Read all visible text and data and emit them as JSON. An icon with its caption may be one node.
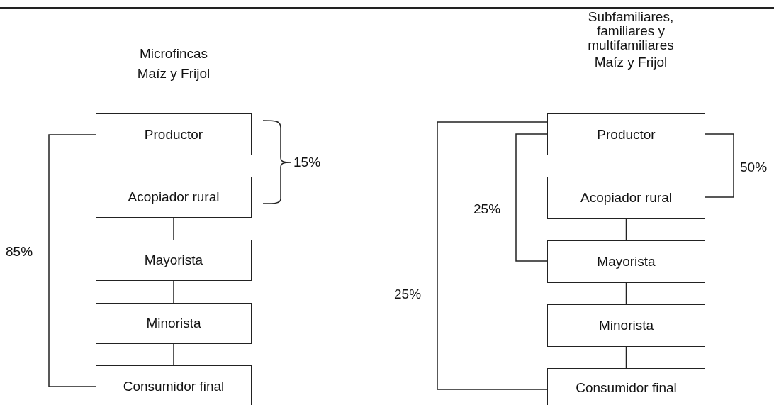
{
  "diagram": {
    "nodes": [
      {
        "text": [
          "Productor"
        ]
      },
      {
        "text": [
          "Acopiador rural"
        ]
      },
      {
        "text": [
          "Mayorista"
        ]
      },
      {
        "text": [
          "Minorista"
        ]
      },
      {
        "text": [
          "Consumidor final"
        ]
      },
      {
        "text": [
          "Productor"
        ]
      },
      {
        "text": [
          "Acopiador rural"
        ]
      },
      {
        "text": [
          "Mayorista"
        ]
      },
      {
        "text": [
          "Minorista"
        ]
      },
      {
        "text": [
          "Consumidor final"
        ]
      }
    ],
    "edges": [
      {
        "from": 1,
        "to": 2,
        "arrow": "none"
      },
      {
        "from": 2,
        "to": 3,
        "arrow": "none"
      },
      {
        "from": 3,
        "to": 4,
        "arrow": "none"
      },
      {
        "from": 0,
        "to": 4,
        "arrow": "none",
        "label": "85%"
      },
      {
        "from": 6,
        "to": 7,
        "arrow": "none"
      },
      {
        "from": 7,
        "to": 8,
        "arrow": "none"
      },
      {
        "from": 8,
        "to": 9,
        "arrow": "none"
      },
      {
        "from": 5,
        "to": 9,
        "arrow": "none",
        "label": "25%"
      },
      {
        "from": 5,
        "to": 7,
        "arrow": "none",
        "label": "25%"
      },
      {
        "from": 5,
        "to": 6,
        "arrow": "none",
        "label": "50%"
      }
    ],
    "labels": [
      "Microfincas",
      "Maíz y Frijol",
      "Subfamiliares, familiares y multifamiliares",
      "Maíz y Frijol",
      "15%"
    ]
  }
}
